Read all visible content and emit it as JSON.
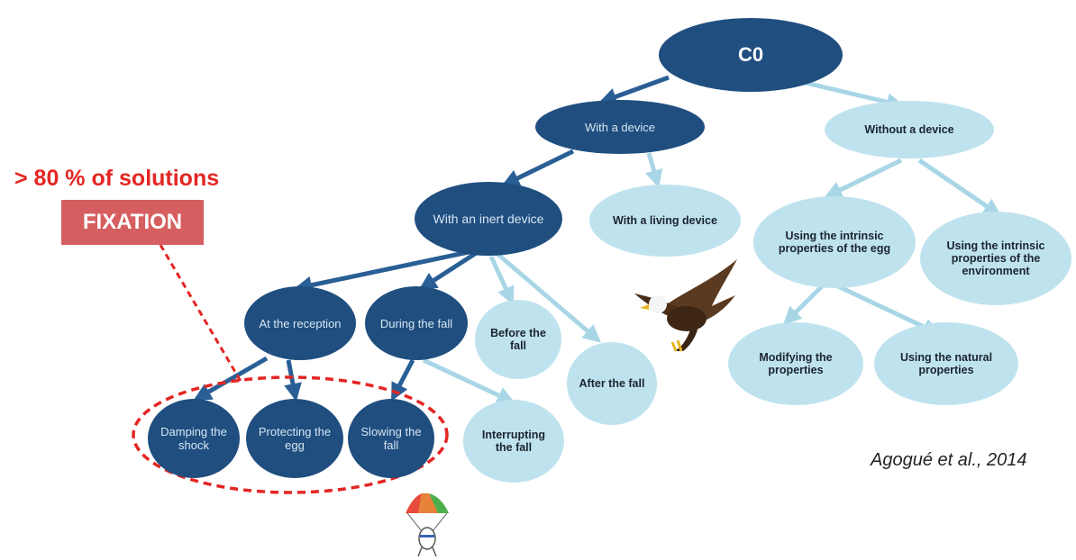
{
  "annotation": {
    "share_text": "> 80 % of solutions",
    "fixation_label": "FIXATION"
  },
  "citation": "Agogué et al., 2014",
  "colors": {
    "dark_node": "#1f4e7f",
    "light_node": "#bfe3ee",
    "dark_arrow": "#2a5f95",
    "light_arrow": "#a9d6e6",
    "annotation_red": "#e32623",
    "fixation_box": "#d55f60"
  },
  "nodes": {
    "c0": "C0",
    "with_device": "With a device",
    "without_device": "Without a device",
    "inert_device": "With an inert device",
    "living_device": "With a living device",
    "intrinsic_egg": "Using the intrinsic properties of the egg",
    "intrinsic_env": "Using the intrinsic properties of the environment",
    "at_reception": "At the reception",
    "during_fall": "During the fall",
    "before_fall": "Before the fall",
    "after_fall": "After the fall",
    "modifying": "Modifying the properties",
    "natural": "Using the natural properties",
    "damping": "Damping the shock",
    "protecting": "Protecting the egg",
    "slowing": "Slowing the fall",
    "interrupting": "Interrupting the fall"
  },
  "illustrations": [
    "eagle-illustration",
    "parachute-egg-illustration"
  ]
}
